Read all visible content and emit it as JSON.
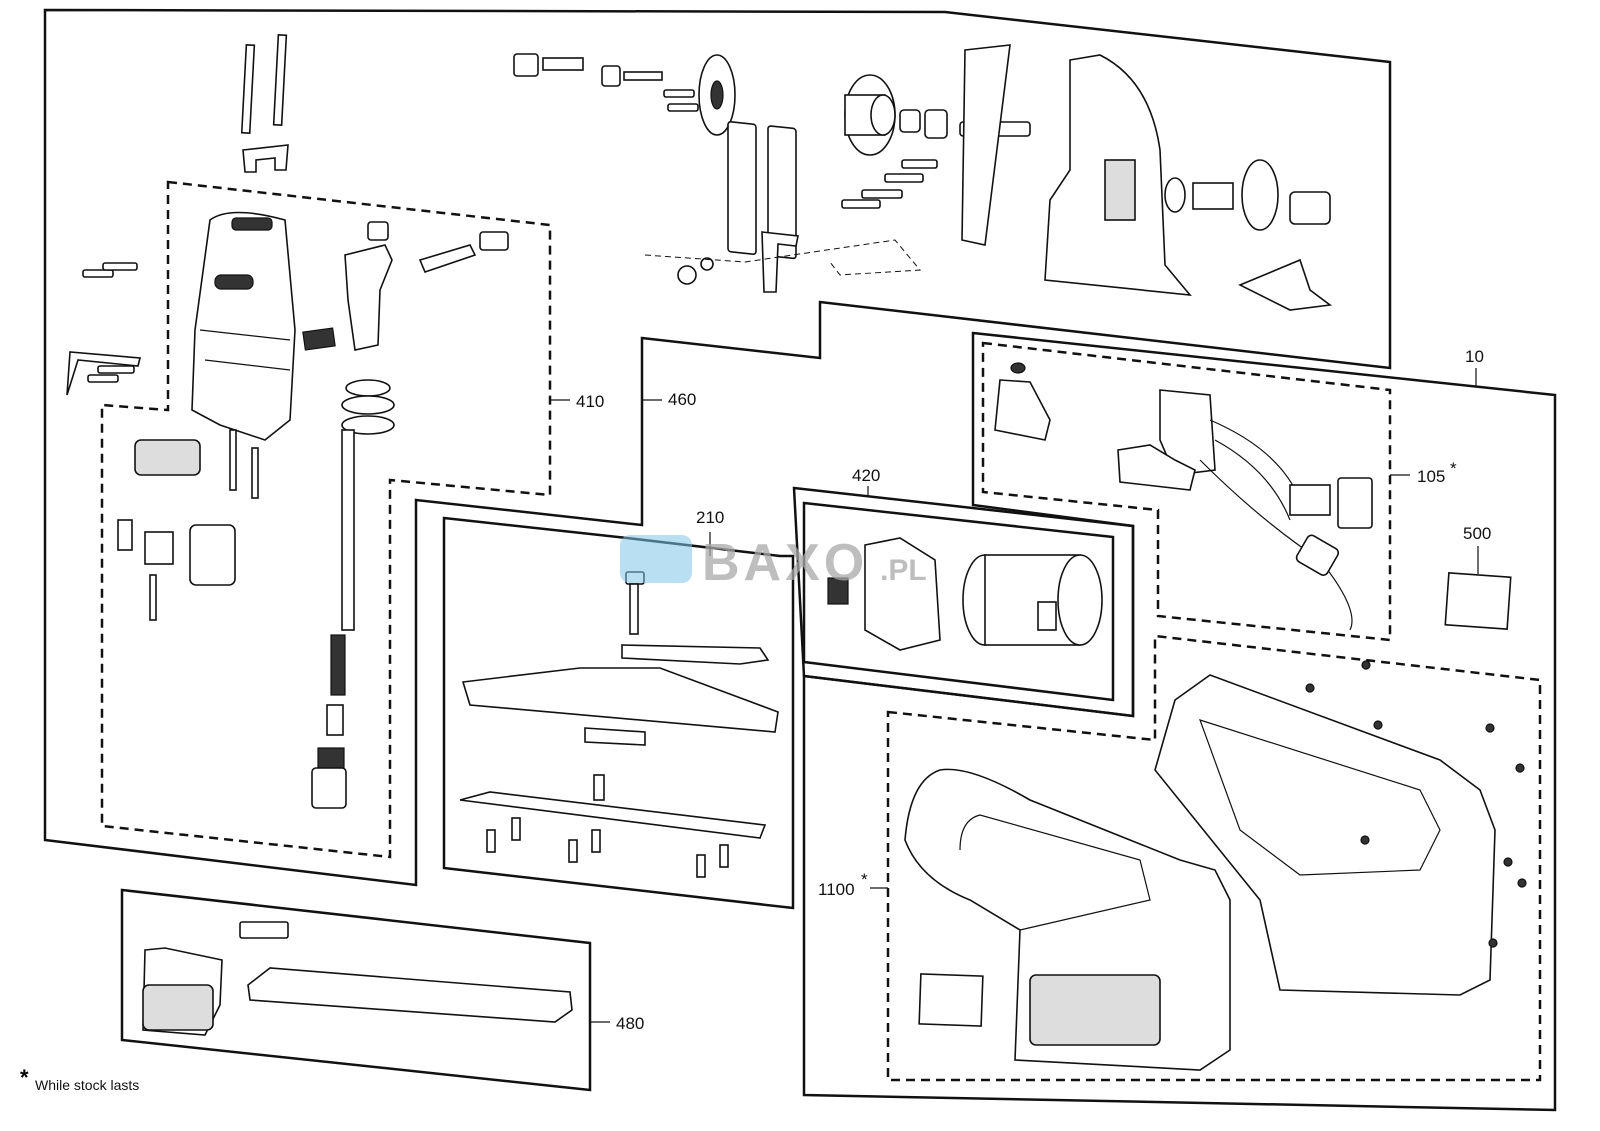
{
  "callouts": {
    "c410": "410",
    "c460": "460",
    "c210": "210",
    "c420": "420",
    "c10": "10",
    "c105": "105",
    "c105_mark": "*",
    "c500": "500",
    "c1100": "1100",
    "c1100_mark": "*",
    "c480": "480"
  },
  "footnote": {
    "mark": "*",
    "text": "While stock lasts"
  },
  "watermark": {
    "text": "BAXO",
    "suffix": ".PL",
    "logo_color": "#7fc4e8"
  }
}
